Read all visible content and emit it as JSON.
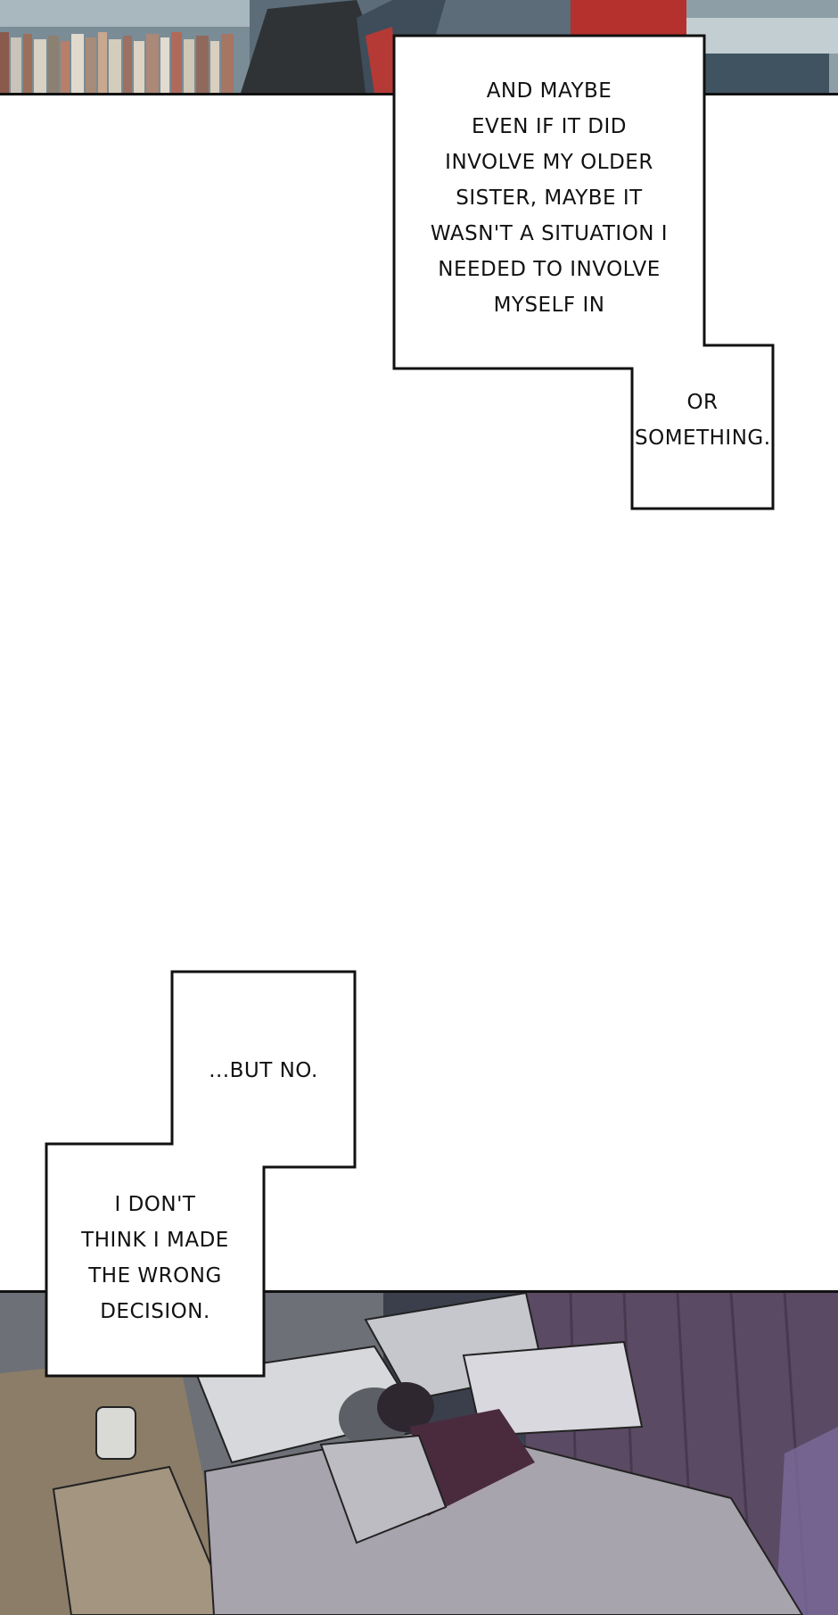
{
  "captions": {
    "box1_line": "AND MAYBE\nEVEN IF IT DID\nINVOLVE MY OLDER\nSISTER, MAYBE IT\nWASN'T A SITUATION I\nNEEDED TO INVOLVE\nMYSELF IN",
    "box1_tail": "OR\nSOMETHING.",
    "box2_line": "...BUT NO.",
    "box2_tail": "I DON'T\nTHINK I MADE\nTHE WRONG\nDECISION."
  },
  "colors": {
    "ink": "#111111",
    "caption_fill": "#ffffff",
    "room_dark": "#3b3f4c",
    "blanket": "#a7a4ae",
    "purple_wall": "#5b4a63"
  }
}
